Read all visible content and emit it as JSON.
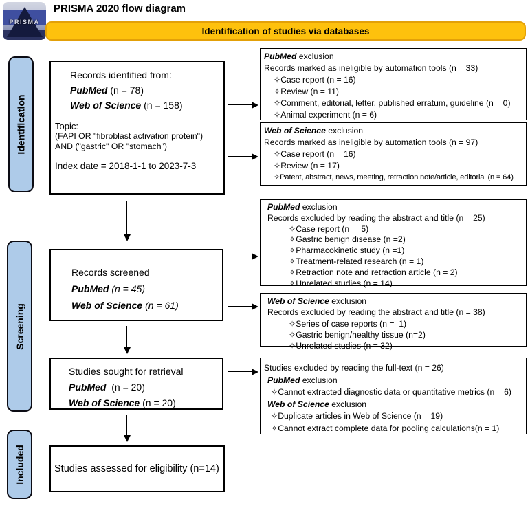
{
  "colors": {
    "banner_bg": "#FEC10D",
    "banner_border": "#E3A008",
    "stage_bg": "#AECBE9",
    "box_border": "#000000"
  },
  "header": {
    "logo_text": "PRISMA",
    "title": "PRISMA 2020 flow diagram",
    "banner": "Identification of studies via databases"
  },
  "stages": [
    {
      "label": "Identification"
    },
    {
      "label": "Screening"
    },
    {
      "label": "Included"
    }
  ],
  "flow_boxes": {
    "identified": {
      "heading": "Records identified from:",
      "pubmed_name": "PubMed",
      "pubmed_count": " (n = 78)",
      "wos_name": "Web of Science",
      "wos_count": " (n = 158)",
      "topic_label": "Topic:",
      "topic_line1": "(FAPI OR \"fibroblast activation protein\")",
      "topic_line2": "AND (\"gastric\" OR \"stomach\")",
      "index_date": "Index date = 2018-1-1 to 2023-7-3"
    },
    "screened": {
      "heading": "Records screened",
      "pubmed_name": "PubMed",
      "pubmed_count": " (n = 45)",
      "wos_name": "Web of Science",
      "wos_count": " (n = 61)"
    },
    "retrieval": {
      "heading": "Studies sought for retrieval",
      "pubmed_name": "PubMed",
      "pubmed_count": "  (n = 20)",
      "wos_name": "Web of Science",
      "wos_count": " (n = 20)"
    },
    "eligibility": {
      "text": "Studies assessed for eligibility (n=14)"
    }
  },
  "exclusion_boxes": [
    {
      "source": "PubMed",
      "suffix": " exclusion",
      "reason": "Records marked as ineligible by automation tools (n = 33)",
      "items": [
        "✧Case report (n = 16)",
        "✧Review (n = 11)",
        "✧Comment, editorial, letter, published erratum, guideline (n = 0)",
        "✧Animal experiment (n = 6)"
      ]
    },
    {
      "source": "Web of Science",
      "suffix": " exclusion",
      "reason": "Records marked as ineligible by automation tools (n = 97)",
      "items": [
        "✧Case report (n = 16)",
        "✧Review (n = 17)",
        "✧Patent, abstract, news, meeting, retraction note/article, editorial (n = 64)"
      ]
    },
    {
      "source": "PubMed",
      "suffix": " exclusion",
      "reason": "Records excluded by reading the abstract and title (n = 25)",
      "items": [
        "✧Case report (n =  5)",
        "✧Gastric benign disease (n =2)",
        "✧Pharmacokinetic study (n =1)",
        "✧Treatment-related research (n = 1)",
        "✧Retraction note and retraction article (n = 2)",
        "✧Unrelated studies (n = 14)"
      ]
    },
    {
      "source": "Web of Science",
      "suffix": " exclusion",
      "reason": "Records excluded by reading the abstract and title (n = 38)",
      "items": [
        "✧Series of case reports (n =  1)",
        "✧Gastric benign/healthy tissue (n=2)",
        "✧Unrelated studies (n = 32)"
      ]
    }
  ],
  "fulltext_box": {
    "title": "Studies excluded by reading the full-text (n = 26)",
    "pubmed_name": "PubMed",
    "pubmed_suffix": " exclusion",
    "pubmed_items": [
      "✧Cannot extracted diagnostic data or quantitative metrics (n = 6)"
    ],
    "wos_name": "Web of Science",
    "wos_suffix": " exclusion",
    "wos_items": [
      "✧Duplicate articles in Web of Science (n = 19)",
      "✧Cannot extract complete data for pooling calculations(n = 1)"
    ]
  }
}
